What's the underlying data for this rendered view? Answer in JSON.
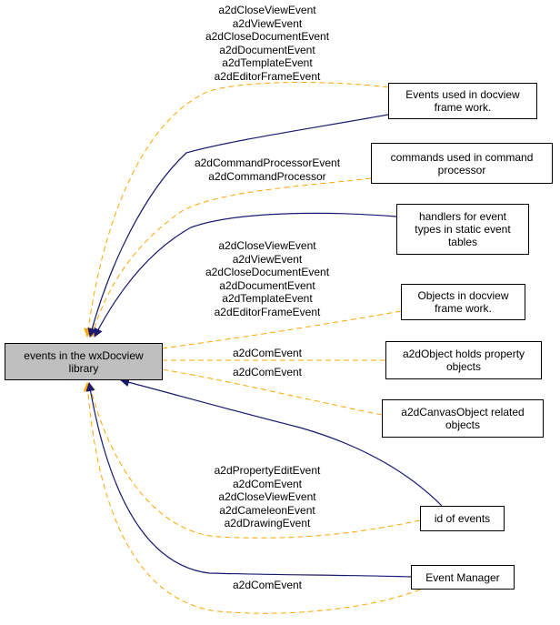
{
  "colors": {
    "solid_edge": "#191970",
    "dashed_edge": "#ffa500",
    "main_fill": "#bfbfbf"
  },
  "nodes": {
    "main": "events in the wxDocview\nlibrary",
    "docview_events": "Events used in docview\nframe work.",
    "commands": "commands used in command\nprocessor",
    "handlers": "handlers for event\ntypes in static event\ntables",
    "objects_docview": "Objects in docview\nframe work.",
    "a2dobject": "a2dObject holds property\nobjects",
    "canvasobject": "a2dCanvasObject related\nobjects",
    "id_of_events": "id of events",
    "event_manager": "Event Manager"
  },
  "edge_labels": {
    "docview_events": "a2dCloseViewEvent\na2dViewEvent\na2dCloseDocumentEvent\na2dDocumentEvent\na2dTemplateEvent\na2dEditorFrameEvent",
    "commands": "a2dCommandProcessorEvent\na2dCommandProcessor",
    "objects_docview": "a2dCloseViewEvent\na2dViewEvent\na2dCloseDocumentEvent\na2dDocumentEvent\na2dTemplateEvent\na2dEditorFrameEvent",
    "a2dobject": "a2dComEvent",
    "canvasobject": "a2dComEvent",
    "id_of_events": "a2dPropertyEditEvent\na2dComEvent\na2dCloseViewEvent\na2dCameleonEvent\na2dDrawingEvent",
    "event_manager": "a2dComEvent"
  }
}
